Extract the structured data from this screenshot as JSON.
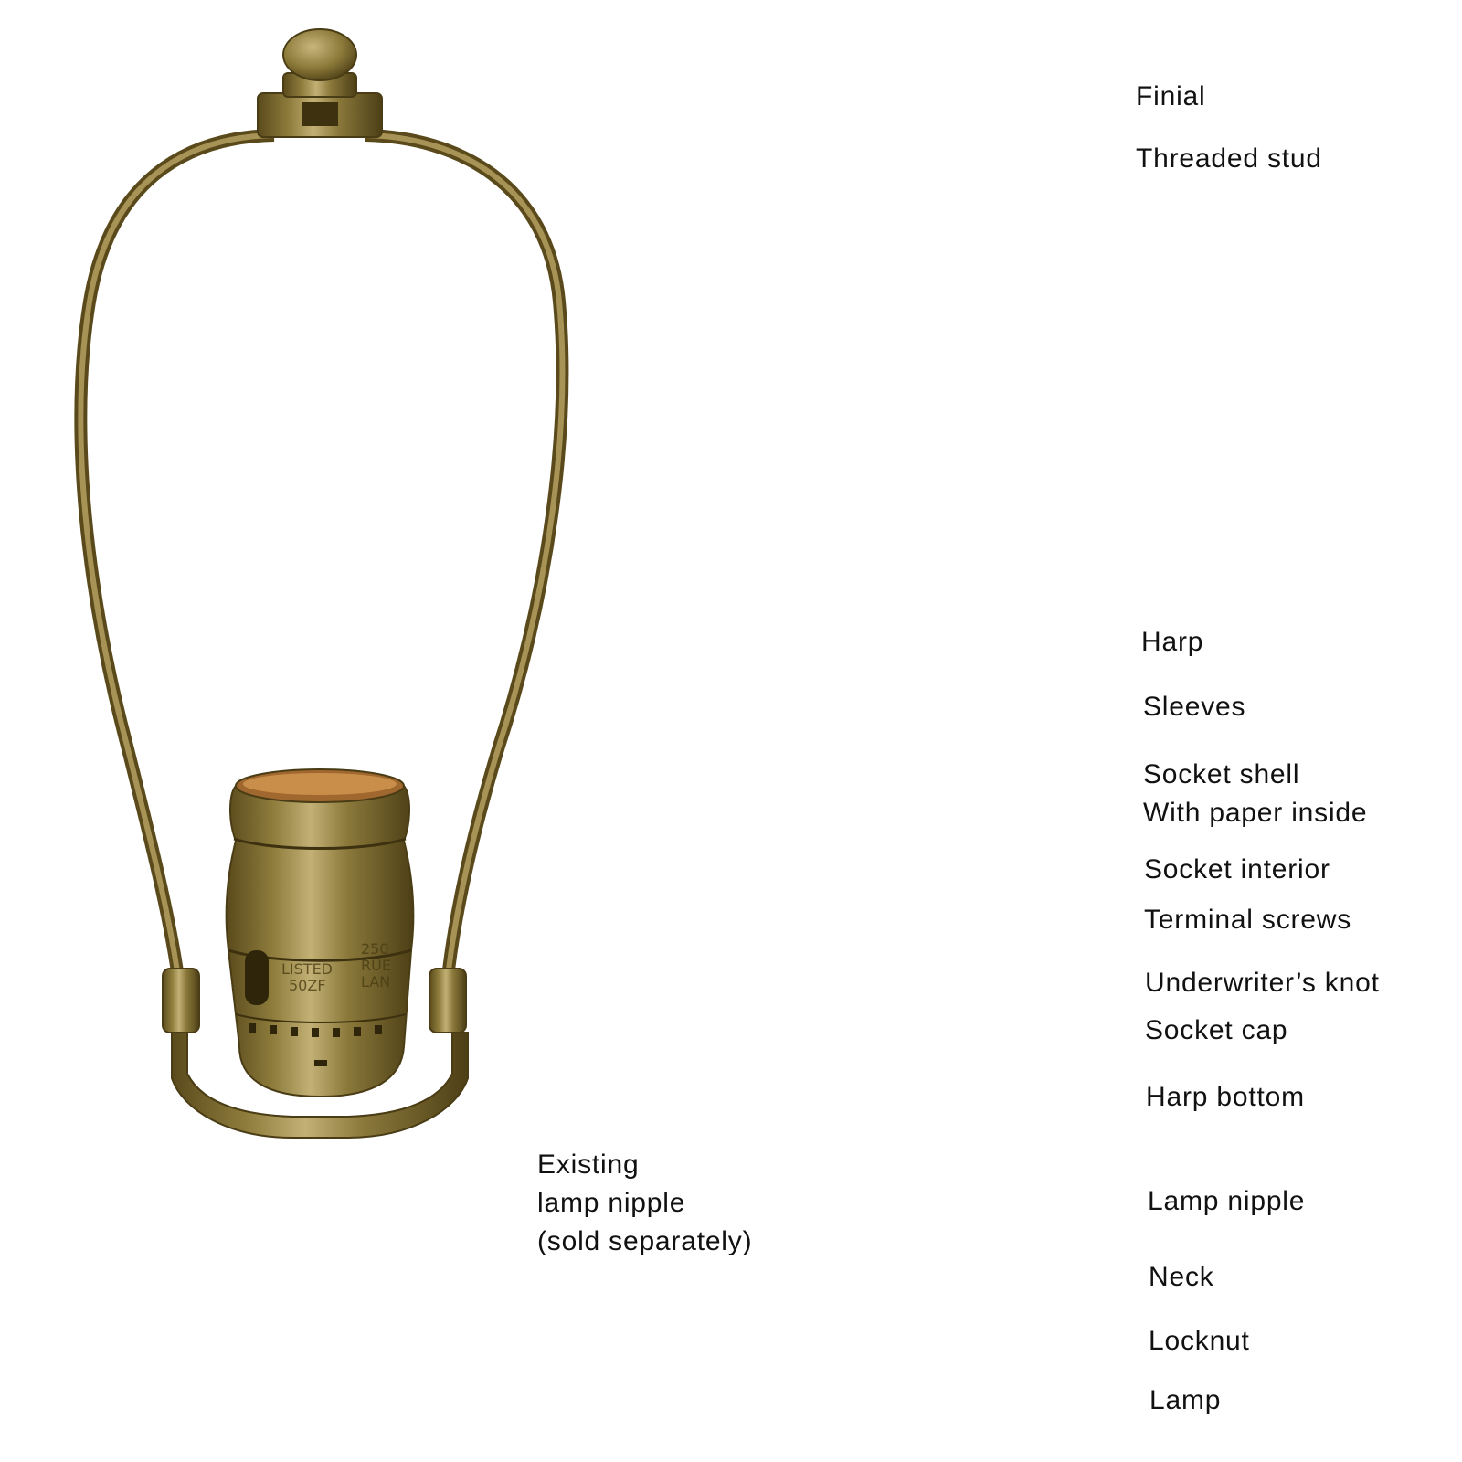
{
  "labels": {
    "finial": "Finial",
    "threaded_stud": "Threaded stud",
    "harp": "Harp",
    "sleeves": "Sleeves",
    "socket_shell_line1": "Socket shell",
    "socket_shell_line2": "With paper inside",
    "socket_interior": "Socket interior",
    "terminal_screws": "Terminal screws",
    "underwriters_knot": "Underwriter’s knot",
    "socket_cap": "Socket cap",
    "harp_bottom": "Harp bottom",
    "lamp_nipple": "Lamp nipple",
    "neck": "Neck",
    "locknut": "Locknut",
    "lamp": "Lamp",
    "existing_line1": "Existing",
    "existing_line2": "lamp nipple",
    "existing_line3": "(sold separately)"
  },
  "photo_stamp": {
    "line1": "LISTED",
    "line2": "50ZF",
    "line3": "250",
    "line4": "RUE",
    "line5": "LAN"
  },
  "colors": {
    "brass": "#8a7a3a",
    "brass_dark": "#5e4e1f",
    "brass_light": "#b8a566",
    "ink": "#111111",
    "background": "#ffffff"
  }
}
